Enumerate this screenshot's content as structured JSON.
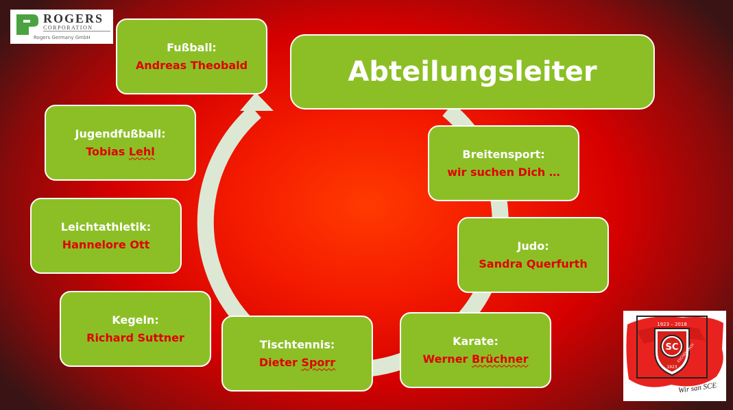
{
  "slide": {
    "title": "Abteilungsleiter",
    "departments": [
      {
        "key": "fussball",
        "role": "Fußball:",
        "name": "Andreas Theobald"
      },
      {
        "key": "jugendfussball",
        "role": "Jugendfußball:",
        "name_first": "Tobias",
        "name_last": "Lehl"
      },
      {
        "key": "leichtathletik",
        "role": "Leichtathletik:",
        "name": "Hannelore Ott"
      },
      {
        "key": "kegeln",
        "role": "Kegeln:",
        "name": "Richard Suttner"
      },
      {
        "key": "tischtennis",
        "role": "Tischtennis:",
        "name_first": "Dieter",
        "name_last": "Sporr"
      },
      {
        "key": "karate",
        "role": "Karate:",
        "name_first": "Werner",
        "name_last": "Brüchner"
      },
      {
        "key": "judo",
        "role": "Judo:",
        "name": "Sandra Querfurth"
      },
      {
        "key": "breitensport",
        "role": "Breitensport:",
        "name": "wir suchen Dich …"
      }
    ],
    "colors": {
      "box_fill": "#8cbf26",
      "box_border": "#ffffff",
      "role_text": "#ffffff",
      "name_text": "#e00000",
      "arrow": "#dde8d4"
    }
  },
  "logos": {
    "rogers": {
      "name": "ROGERS",
      "corp": "CORPORATION",
      "sub": "Rogers Germany GmbH"
    },
    "club": {
      "initials": "SC",
      "years": "1923 – 2018",
      "ring_text": "ESCHENBACH",
      "year": "1923",
      "motto": "Wir san SCE"
    }
  }
}
